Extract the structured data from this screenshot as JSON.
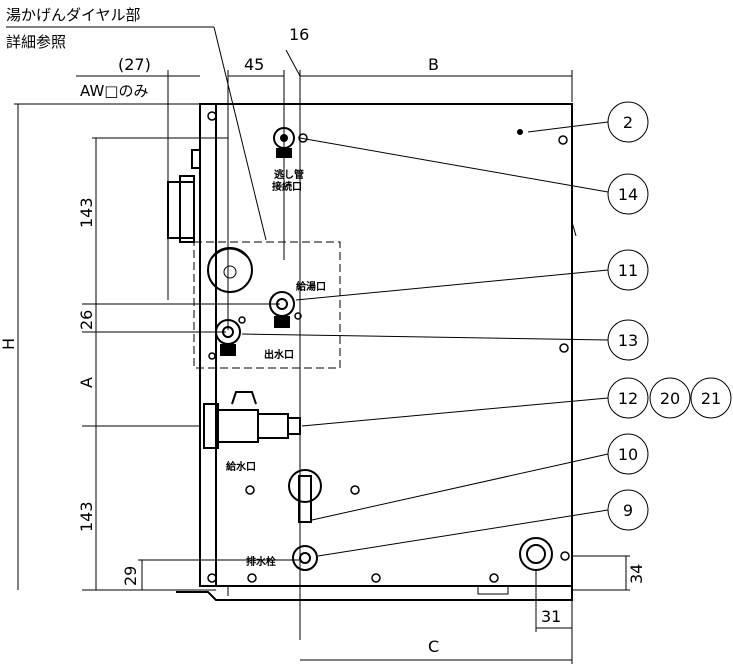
{
  "notes": {
    "dial_detail_line1": "湯かげんダイヤル部",
    "dial_detail_line2": "詳細参照",
    "aw_only": "AW□のみ"
  },
  "dimensions": {
    "d27": "(27)",
    "d45": "45",
    "d16": "16",
    "B": "B",
    "d143_top": "143",
    "d26": "26",
    "A": "A",
    "H": "H",
    "d143_bottom": "143",
    "d29": "29",
    "d34": "34",
    "d31": "31",
    "C": "C"
  },
  "port_labels": {
    "overflow_1": "逃し管",
    "overflow_2": "接続口",
    "hot_out": "給湯口",
    "water_out": "出水口",
    "water_in": "給水口",
    "drain": "排水栓"
  },
  "callouts": {
    "c2": "2",
    "c14": "14",
    "c11": "11",
    "c13": "13",
    "c12": "12",
    "c20": "20",
    "c21": "21",
    "c10": "10",
    "c9": "9"
  }
}
